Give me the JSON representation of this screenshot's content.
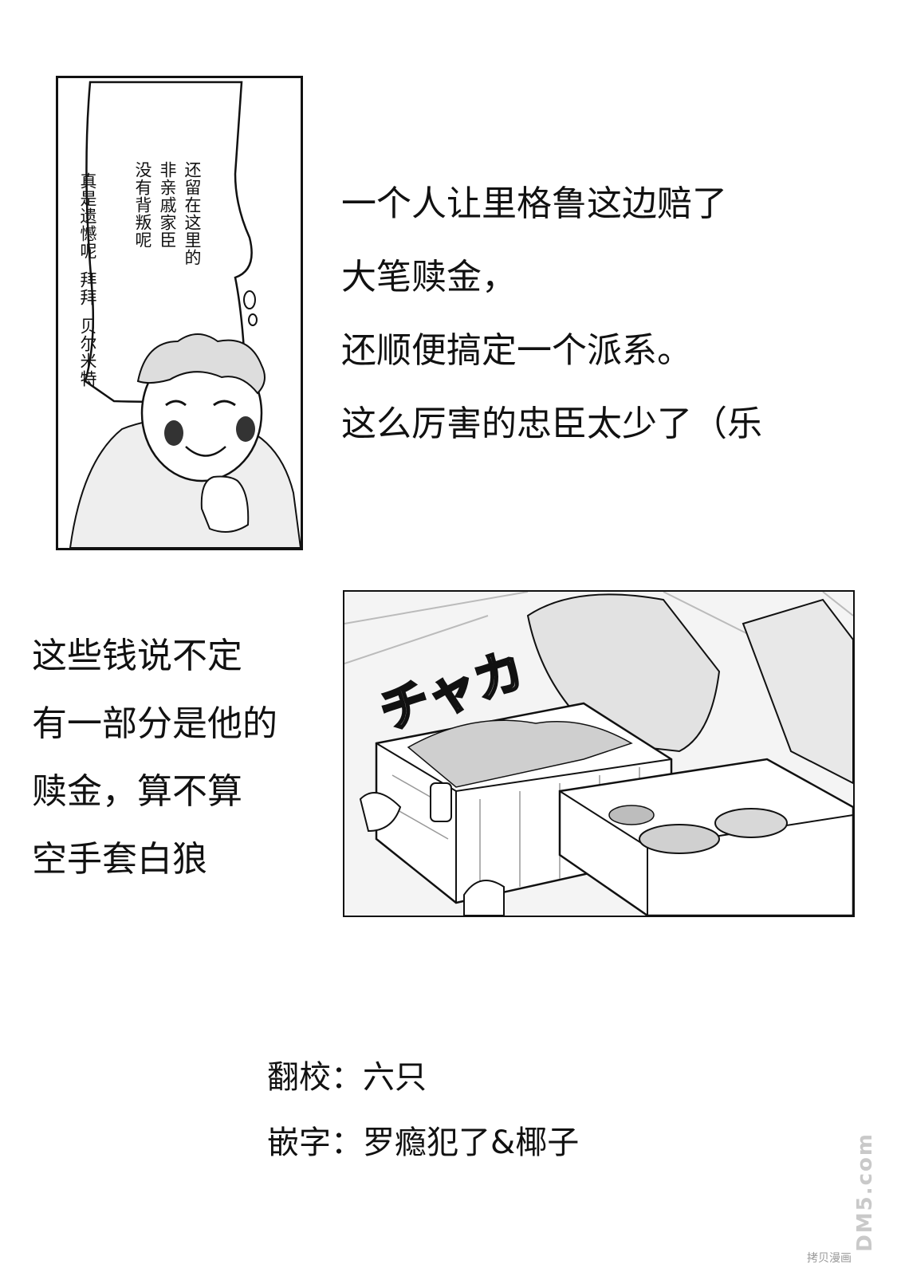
{
  "top_panel": {
    "bubble_columns": [
      "还留在这里的",
      "非亲戚家臣",
      "没有背叛呢",
      "真是遗憾呢",
      "拜拜",
      "贝尔米特"
    ]
  },
  "note_right": {
    "lines": [
      "一个人让里格鲁这边赔了",
      "大笔赎金，",
      "还顺便搞定一个派系。",
      "这么厉害的忠臣太少了（乐"
    ]
  },
  "bottom_panel": {
    "sfx": "チャカ"
  },
  "note_left": {
    "lines": [
      "这些钱说不定",
      "有一部分是他的",
      "赎金，算不算",
      "空手套白狼"
    ]
  },
  "credits": {
    "translation": "翻校：六只",
    "typesetting": "嵌字：罗瘾犯了&椰子"
  },
  "watermark": {
    "logo_text": "DM5.com",
    "site_text": "拷贝漫画"
  }
}
